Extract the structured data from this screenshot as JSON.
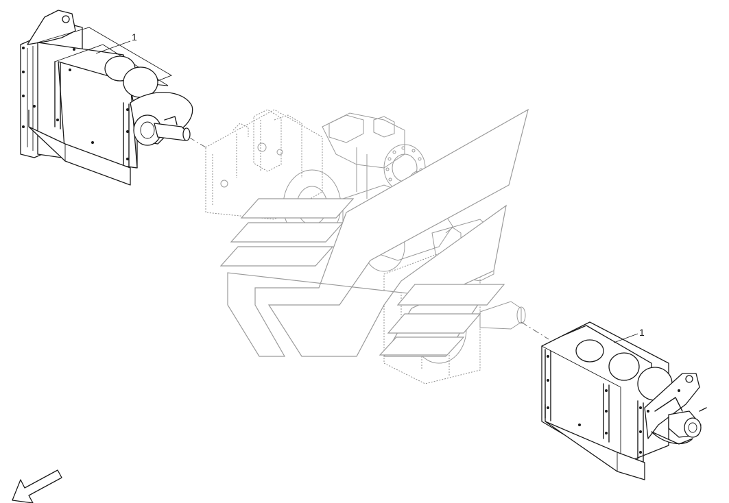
{
  "diagram": {
    "callouts": [
      {
        "id": "callout-top-left",
        "label": "1"
      },
      {
        "id": "callout-bottom-right",
        "label": "1"
      }
    ],
    "colors": {
      "ink": "#1a1a1a",
      "ghost": "#9a9a9a",
      "background": "#ffffff"
    },
    "icons": {
      "orientation": "direction-arrow-icon",
      "watermark": "logo-watermark"
    }
  }
}
